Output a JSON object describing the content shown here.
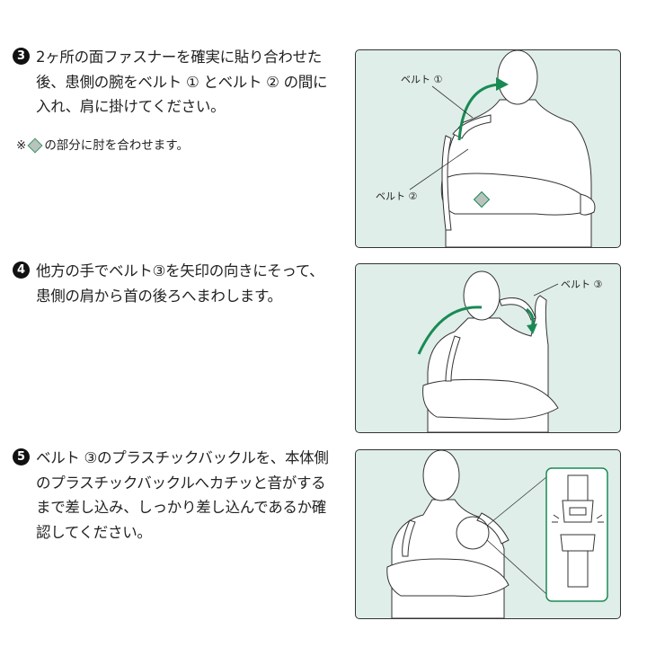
{
  "steps": [
    {
      "number": "3",
      "lines": [
        "2ヶ所の面ファスナーを確実に貼り合わせた",
        "後、患側の腕をベルト ① とベルト ② の間に",
        "入れ、肩に掛けてください。"
      ],
      "note": {
        "prefix": "※",
        "text": "の部分に肘を合わせます。"
      },
      "figure_labels": [
        "ベルト ①",
        "ベルト ②"
      ]
    },
    {
      "number": "4",
      "lines": [
        "他方の手でベルト③を矢印の向きにそって、",
        "患側の肩から首の後ろへまわします。"
      ],
      "figure_labels": [
        "ベルト ③"
      ]
    },
    {
      "number": "5",
      "lines": [
        "ベルト ③のプラスチックバックルを、本体側",
        "のプラスチックバックルへカチッと音がする",
        "まで差し込み、しっかり差し込んであるか確",
        "認してください。"
      ]
    }
  ],
  "colors": {
    "panel_bg": "#dfeee9",
    "arrow": "#1a8a55",
    "diamond": "#b9c2bd"
  }
}
